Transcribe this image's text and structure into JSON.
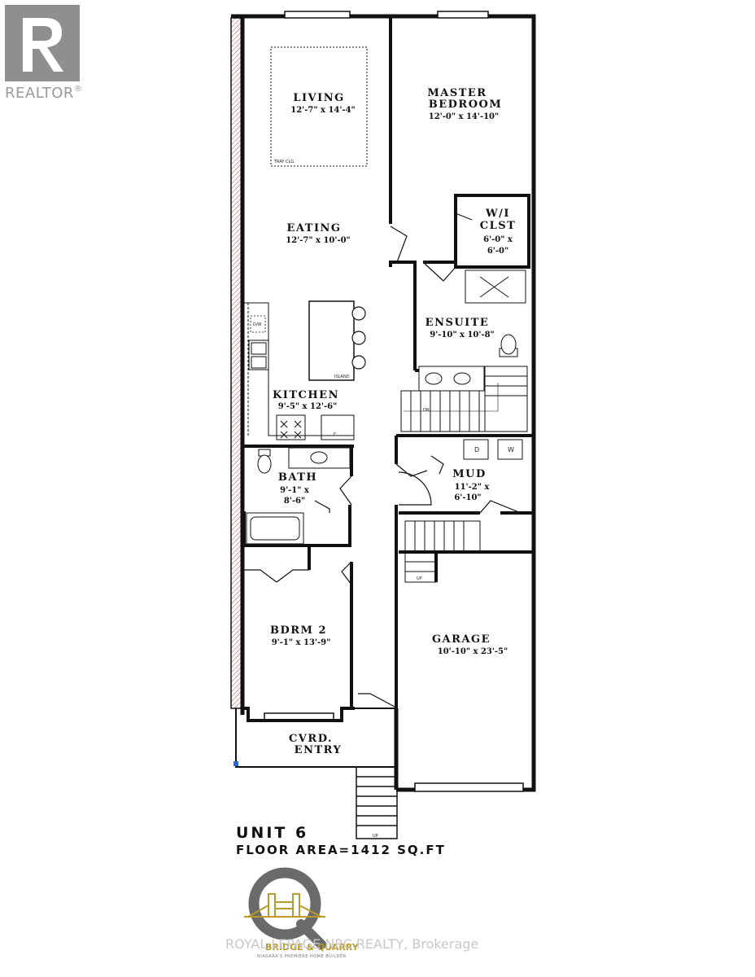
{
  "watermark": {
    "realtor_label": "REALTOR",
    "realtor_mark": "®",
    "brokerage": "ROYAL LEPAGE NRC REALTY, Brokerage"
  },
  "rooms": {
    "living": {
      "name": "LIVING",
      "size": "12'-7\" x 14'-4\"",
      "note": "TRAY CLG."
    },
    "master": {
      "name1": "MASTER",
      "name2": "BEDROOM",
      "size": "12'-0\" x 14'-10\""
    },
    "wic": {
      "name1": "W/I",
      "name2": "CLST",
      "size1": "6'-0\" x",
      "size2": "6'-0\""
    },
    "eating": {
      "name": "EATING",
      "size": "12'-7\" x 10'-0\""
    },
    "ensuite": {
      "name": "ENSUITE",
      "size": "9'-10\" x 10'-8\""
    },
    "kitchen": {
      "name": "KITCHEN",
      "size": "9'-5\" x 12'-6\"",
      "island": "ISLAND",
      "dw": "D/W",
      "fridge": "F"
    },
    "bath": {
      "name": "BATH",
      "size1": "9'-1\" x",
      "size2": "8'-6\""
    },
    "mud": {
      "name": "MUD",
      "size1": "11'-2\" x",
      "size2": "6'-10\"",
      "dryer": "D",
      "washer": "W"
    },
    "bdrm2": {
      "name": "BDRM 2",
      "size": "9'-1\" x 13'-9\""
    },
    "garage": {
      "name": "GARAGE",
      "size": "10'-10\" x 23'-5\""
    },
    "entry": {
      "name1": "CVRD.",
      "name2": "ENTRY"
    }
  },
  "stairs": {
    "dn": "DN",
    "up": "UP"
  },
  "unit": {
    "title": "UNIT 6",
    "area": "FLOOR AREA=1412 SQ.FT"
  },
  "builder": {
    "name": "BRIDGE & QUARRY",
    "tagline": "NIAGARA'S PREMIERE HOME BUILDER"
  }
}
